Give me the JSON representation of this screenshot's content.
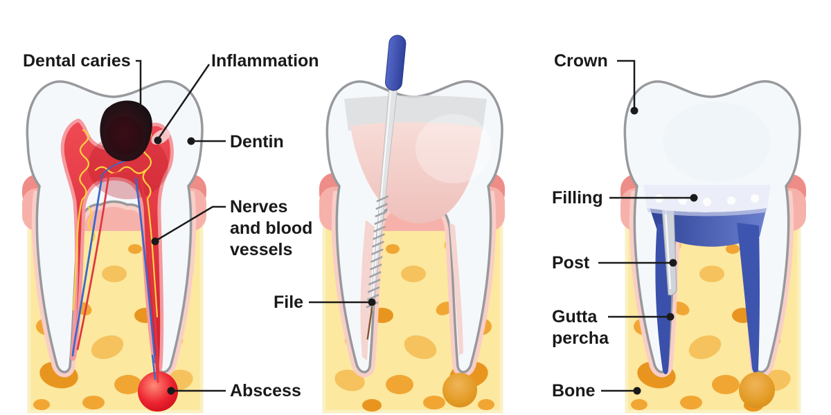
{
  "figure": {
    "subject": "Root canal treatment stages diagram",
    "panels": [
      {
        "id": "infected-tooth"
      },
      {
        "id": "root-canal-cleaning"
      },
      {
        "id": "restored-tooth"
      }
    ]
  },
  "labels": {
    "dental_caries": "Dental caries",
    "inflammation": "Inflammation",
    "dentin": "Dentin",
    "nerves_line1": "Nerves",
    "nerves_line2": "and blood",
    "nerves_line3": "vessels",
    "abscess": "Abscess",
    "file": "File",
    "crown": "Crown",
    "filling": "Filling",
    "post": "Post",
    "gutta_line1": "Gutta",
    "gutta_line2": "percha",
    "bone": "Bone"
  },
  "colors": {
    "enamel_fill": "#F5F8FB",
    "tooth_outline": "#97999C",
    "pulp_inflamed_red": "#DD2533",
    "pulp_rim": "#F49A9E",
    "caries_black": "#141416",
    "nerve_yellow": "#FFD23F",
    "vessel_blue": "#3B68C8",
    "vessel_red": "#E03743",
    "gum_dark_pink": "#EE8C88",
    "gum_light_pink": "#F6B2AA",
    "socket_lining_pink": "#F8CEC8",
    "bone_yellow": "#FCE89E",
    "bone_blob_orange": "#F1A634",
    "abscess_red": "#E81C2B",
    "healing_orange": "#E8A13C",
    "file_handle_blue": "#3D52B4",
    "file_shaft_gray": "#E2E3E5",
    "gutta_percha_blue": "#3A50AB",
    "filling_white": "#EBEEF8",
    "post_gray": "#CFD3DA",
    "leader_line": "#1A1A1A"
  }
}
